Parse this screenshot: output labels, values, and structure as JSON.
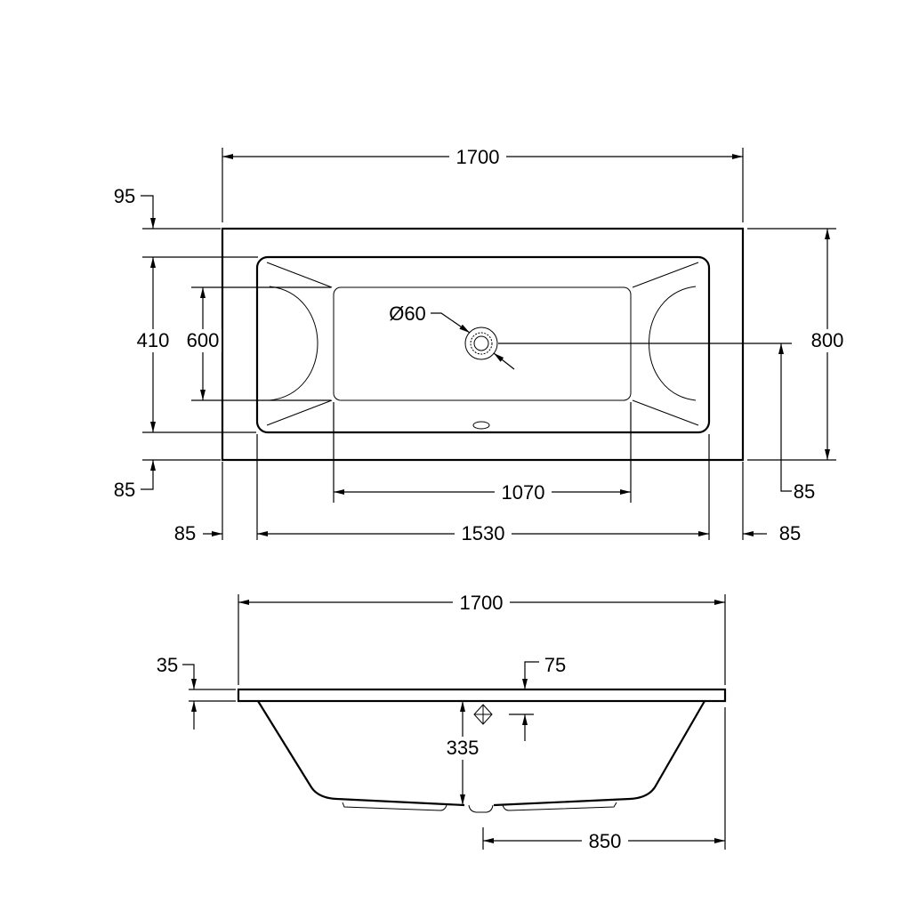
{
  "plan_view": {
    "overall_length": "1700",
    "rim_top": "95",
    "inner_width": "410",
    "floor_width": "600",
    "drain_diameter": "Ø60",
    "overall_width": "800",
    "rim_bottom": "85",
    "drain_offset": "85",
    "floor_length": "1070",
    "inner_length": "1530",
    "rim_left": "85",
    "rim_right": "85"
  },
  "side_view": {
    "overall_length": "1700",
    "rim_thickness": "35",
    "overflow_offset": "75",
    "depth": "335",
    "drain_position": "850"
  },
  "colors": {
    "line": "#000000",
    "background": "#ffffff"
  }
}
